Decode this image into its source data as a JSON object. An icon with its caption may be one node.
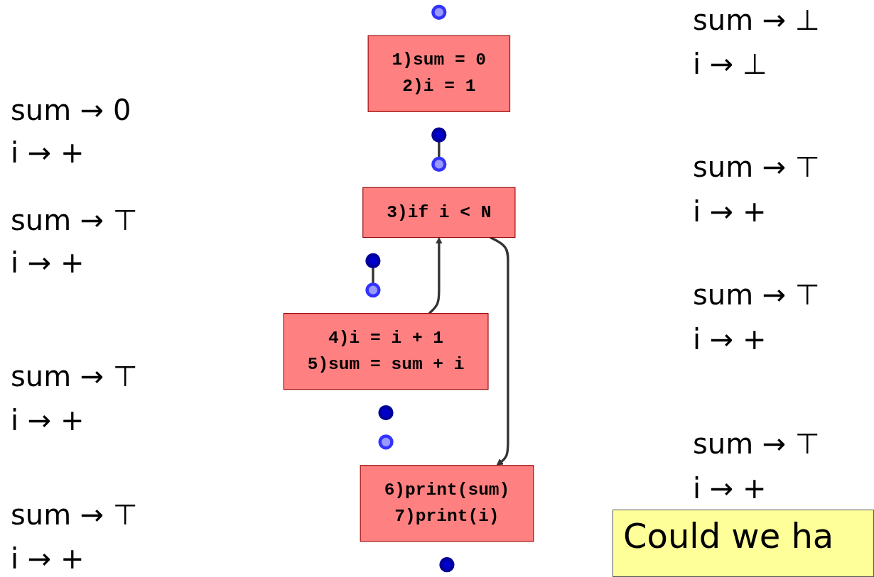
{
  "diagram": {
    "nodes": [
      {
        "text": [],
        "shape": "circle"
      },
      {
        "text": [
          "1)sum = 0",
          "2)i = 1"
        ]
      },
      {
        "text": [],
        "shape": "circle"
      },
      {
        "text": [],
        "shape": "circle"
      },
      {
        "text": [
          "3)if i < N"
        ]
      },
      {
        "text": [],
        "shape": "circle"
      },
      {
        "text": [],
        "shape": "circle"
      },
      {
        "text": [
          "4)i = i + 1",
          "5)sum = sum + i"
        ]
      },
      {
        "text": [],
        "shape": "circle"
      },
      {
        "text": [],
        "shape": "circle"
      },
      {
        "text": [
          "6)print(sum)",
          "7)print(i)"
        ]
      },
      {
        "text": [],
        "shape": "circle"
      }
    ],
    "edges": [
      {
        "from": 2,
        "to": 3,
        "arrow": "none"
      },
      {
        "from": 5,
        "to": 6,
        "arrow": "none"
      },
      {
        "from": 7,
        "to": 4,
        "arrow": "to"
      },
      {
        "from": 4,
        "to": 10,
        "arrow": "to"
      }
    ],
    "labels": [
      "sum → ⊥",
      "i → ⊥",
      "sum → 0",
      "i → +",
      "sum → ⊤",
      "i → +",
      "sum → ⊤",
      "i → +",
      "sum → ⊤",
      "i → +",
      "sum → ⊤",
      "i → +",
      "sum → ⊤",
      "i → +",
      "sum → ⊤",
      "i → +",
      "Could we ha"
    ]
  }
}
